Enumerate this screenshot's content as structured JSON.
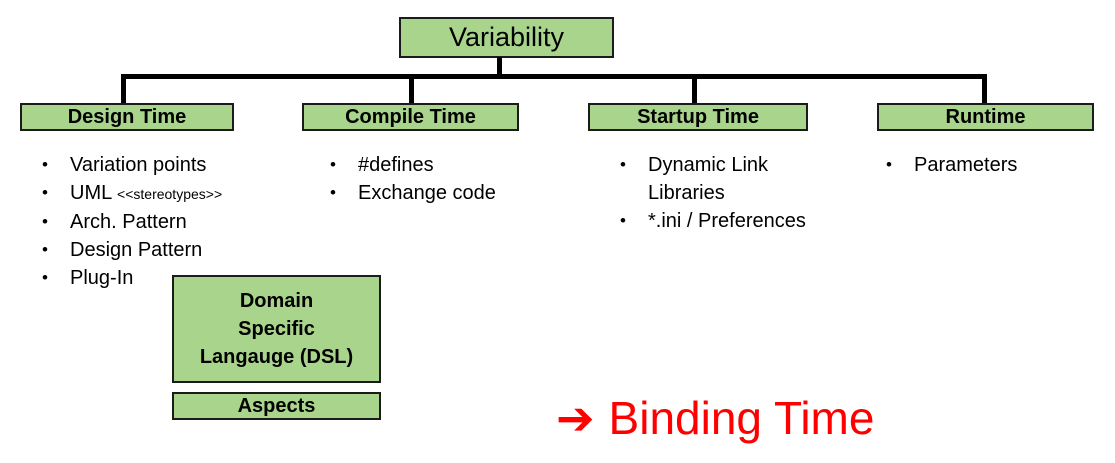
{
  "root": {
    "label": "Variability"
  },
  "columns": [
    {
      "header": "Design Time",
      "items": [
        {
          "text": "Variation points"
        },
        {
          "text": "UML ",
          "suffix": "<<stereotypes>>"
        },
        {
          "text": "Arch. Pattern"
        },
        {
          "text": "Design Pattern"
        },
        {
          "text": "Plug-In"
        }
      ]
    },
    {
      "header": "Compile Time",
      "items": [
        {
          "text": "#defines"
        },
        {
          "text": "Exchange code"
        }
      ]
    },
    {
      "header": "Startup Time",
      "items": [
        {
          "text": "Dynamic Link Libraries"
        },
        {
          "text": "*.ini / Preferences"
        }
      ]
    },
    {
      "header": "Runtime",
      "items": [
        {
          "text": "Parameters"
        }
      ]
    }
  ],
  "extra_boxes": {
    "dsl": {
      "lines": [
        "Domain",
        "Specific",
        "Langauge (DSL)"
      ]
    },
    "aspects": {
      "label": "Aspects"
    }
  },
  "binding_time": {
    "arrow": "➔",
    "label": "Binding Time"
  },
  "bullet_glyph": "•",
  "colors": {
    "box_fill": "#a8d48c",
    "box_border": "#1b1b1b",
    "connector_line": "#000000",
    "binding_text": "#ff0000",
    "body_text": "#000000",
    "background": "#ffffff"
  }
}
